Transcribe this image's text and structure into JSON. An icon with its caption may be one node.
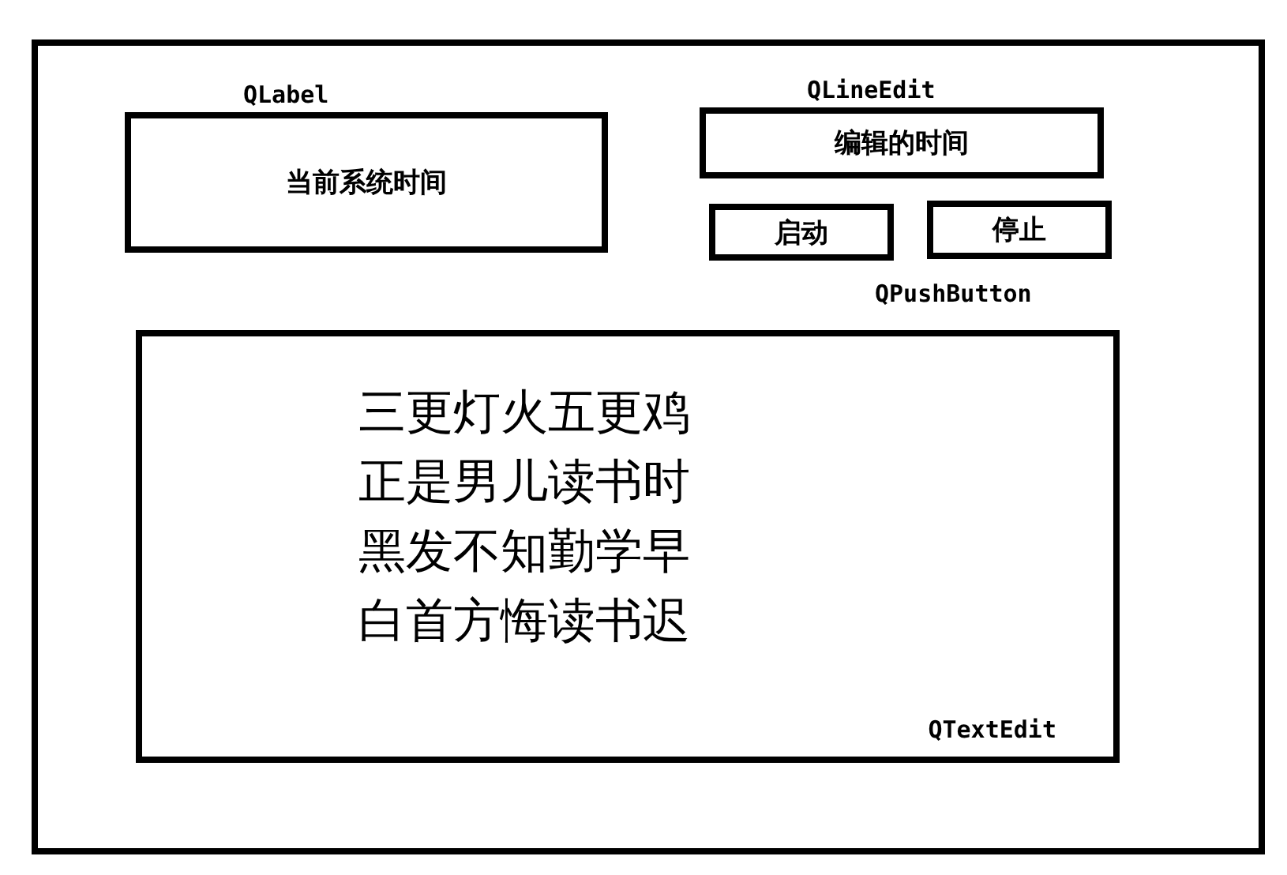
{
  "diagram": {
    "nodes": [
      {
        "text": [],
        "shape": "box"
      },
      {
        "text": [
          "QLabel",
          "当前系统时间"
        ],
        "in": 0
      },
      {
        "text": [
          "QLineEdit",
          "编辑的时间"
        ],
        "in": 0
      },
      {
        "text": [
          "启动"
        ],
        "in": 0
      },
      {
        "text": [
          "停止"
        ],
        "in": 0
      },
      {
        "text": [
          "三更灯火五更鸡",
          "正是男儿读书时",
          "黑发不知勤学早",
          "白首方悔读书迟",
          "QTextEdit"
        ],
        "in": 0
      }
    ],
    "labels": [
      "QPushButton"
    ]
  }
}
